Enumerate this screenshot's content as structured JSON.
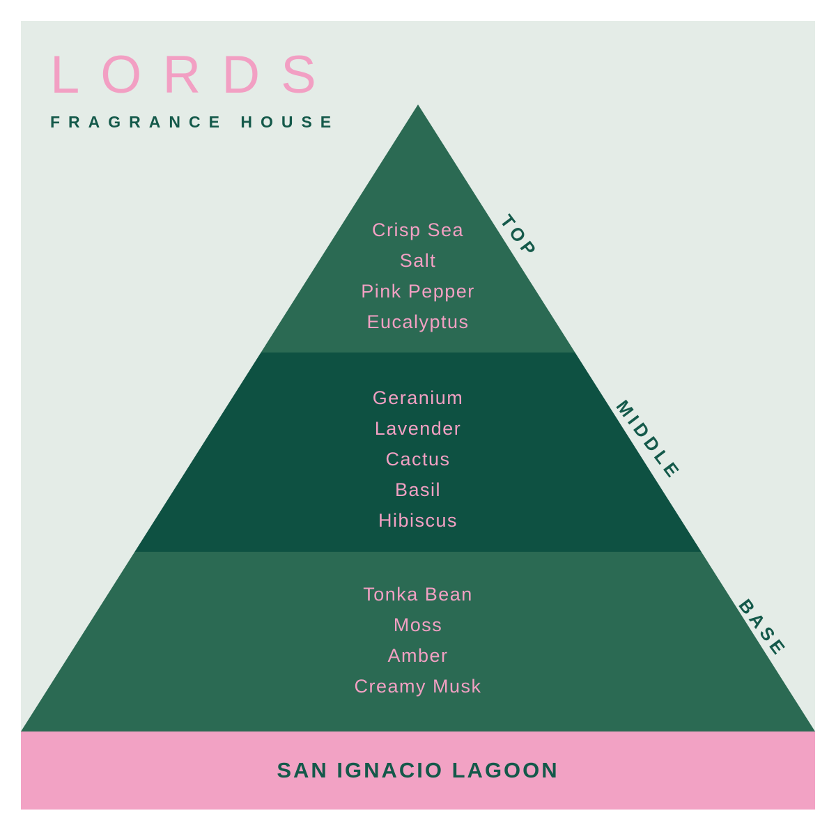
{
  "brand": {
    "name": "LORDS",
    "tagline": "FRAGRANCE HOUSE"
  },
  "pyramid": {
    "sections": [
      {
        "label": "TOP",
        "notes": [
          "Crisp Sea",
          "Salt",
          "Pink Pepper",
          "Eucalyptus"
        ]
      },
      {
        "label": "MIDDLE",
        "notes": [
          "Geranium",
          "Lavender",
          "Cactus",
          "Basil",
          "Hibiscus"
        ]
      },
      {
        "label": "BASE",
        "notes": [
          "Tonka Bean",
          "Moss",
          "Amber",
          "Creamy Musk"
        ]
      }
    ]
  },
  "footer": {
    "product_name": "SAN IGNACIO LAGOON"
  },
  "colors": {
    "background": "#e4ece7",
    "accent_pink": "#f2a2c4",
    "note_text_pink": "#f2a0c3",
    "band_green_light": "#2b6a53",
    "band_green_dark": "#0e5142",
    "text_green": "#14594a"
  }
}
